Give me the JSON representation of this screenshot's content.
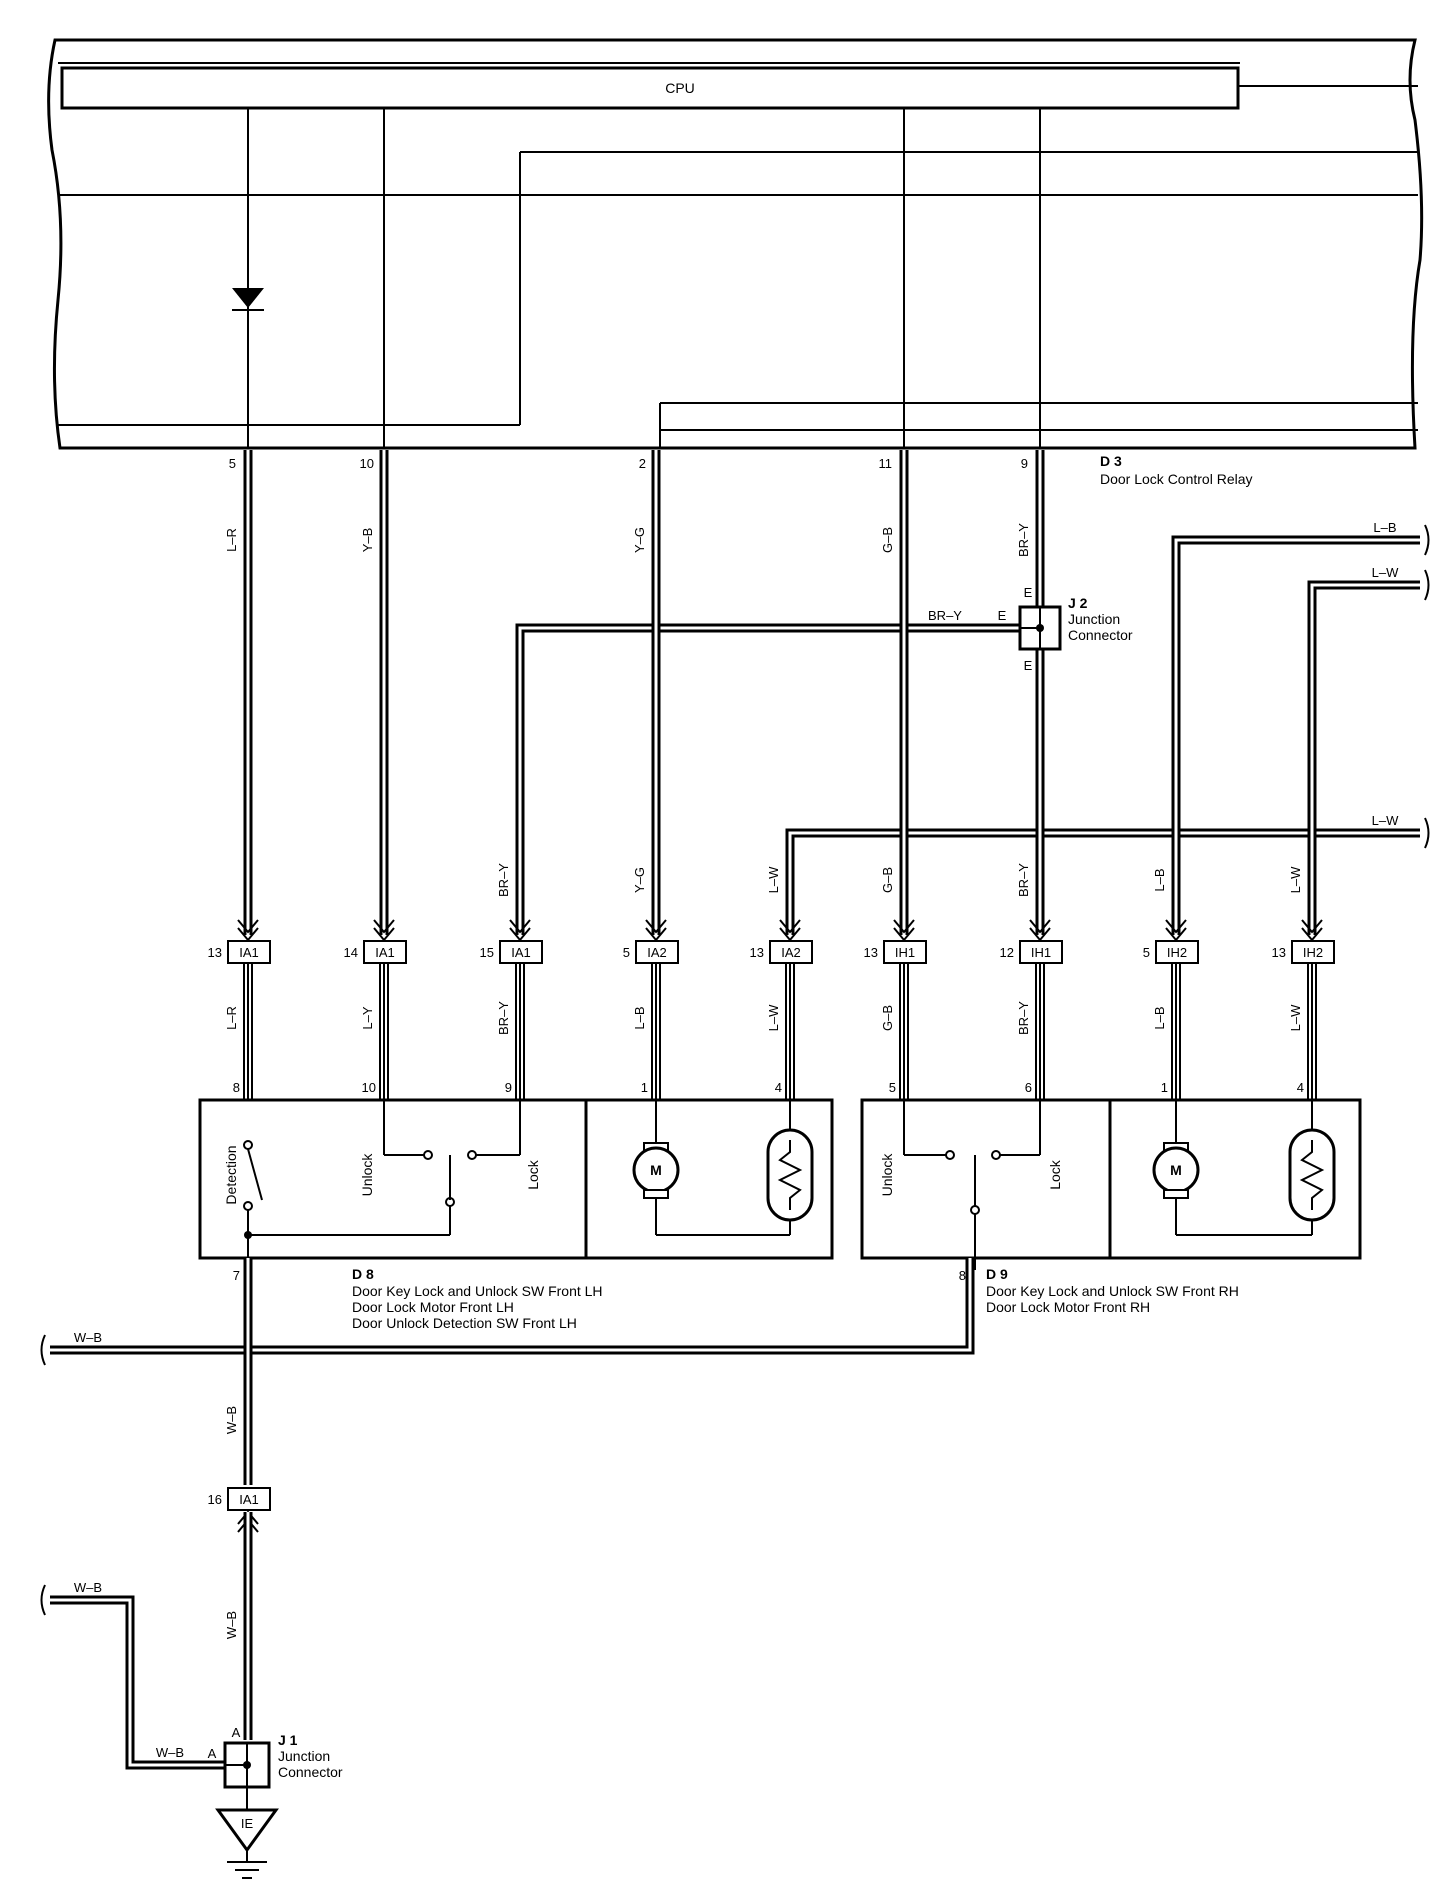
{
  "cpu_label": "CPU",
  "relay": {
    "id": "D 3",
    "name": "Door Lock Control Relay"
  },
  "relay_pins": [
    "5",
    "10",
    "2",
    "11",
    "9"
  ],
  "relay_wire_colors": [
    "L–R",
    "Y–B",
    "Y–G",
    "G–B",
    "BR–Y"
  ],
  "j2": {
    "id": "J 2",
    "line1": "Junction",
    "line2": "Connector",
    "pin": "E",
    "wire": "BR–Y"
  },
  "external_wires": {
    "lb": "L–B",
    "lw1": "L–W",
    "lw2": "L–W"
  },
  "mid_wire_colors": [
    "BR–Y",
    "Y–G",
    "L–W",
    "G–B",
    "BR–Y",
    "L–B",
    "L–W"
  ],
  "connectors": [
    {
      "pin": "13",
      "name": "IA1"
    },
    {
      "pin": "14",
      "name": "IA1"
    },
    {
      "pin": "15",
      "name": "IA1"
    },
    {
      "pin": "5",
      "name": "IA2"
    },
    {
      "pin": "13",
      "name": "IA2"
    },
    {
      "pin": "13",
      "name": "IH1"
    },
    {
      "pin": "12",
      "name": "IH1"
    },
    {
      "pin": "5",
      "name": "IH2"
    },
    {
      "pin": "13",
      "name": "IH2"
    }
  ],
  "lower_wire_colors": [
    "L–R",
    "L–Y",
    "BR–Y",
    "L–B",
    "L–W",
    "G–B",
    "BR–Y",
    "L–B",
    "L–W"
  ],
  "d8_pins": [
    "8",
    "10",
    "9",
    "1",
    "4"
  ],
  "d9_pins": [
    "5",
    "6",
    "1",
    "4"
  ],
  "switch_labels": {
    "detection": "Detection",
    "unlock": "Unlock",
    "lock": "Lock"
  },
  "motor_symbol": "M",
  "d8": {
    "id": "D 8",
    "pin": "7",
    "lines": [
      "Door Key Lock and Unlock SW Front LH",
      "Door Lock Motor Front LH",
      "Door Unlock Detection SW Front LH"
    ]
  },
  "d9": {
    "id": "D 9",
    "pin": "8",
    "lines": [
      "Door Key Lock and Unlock SW Front RH",
      "Door Lock Motor Front RH"
    ]
  },
  "ground_wires": {
    "wb_top": "W–B",
    "wb_a": "W–B",
    "wb_b": "W–B",
    "wb_left": "W–B",
    "wb_j1": "W–B"
  },
  "ia1_bottom": {
    "pin": "16",
    "name": "IA1"
  },
  "j1": {
    "id": "J 1",
    "line1": "Junction",
    "line2": "Connector",
    "pin_a": "A",
    "pin_left": "A"
  },
  "ground": "IE"
}
